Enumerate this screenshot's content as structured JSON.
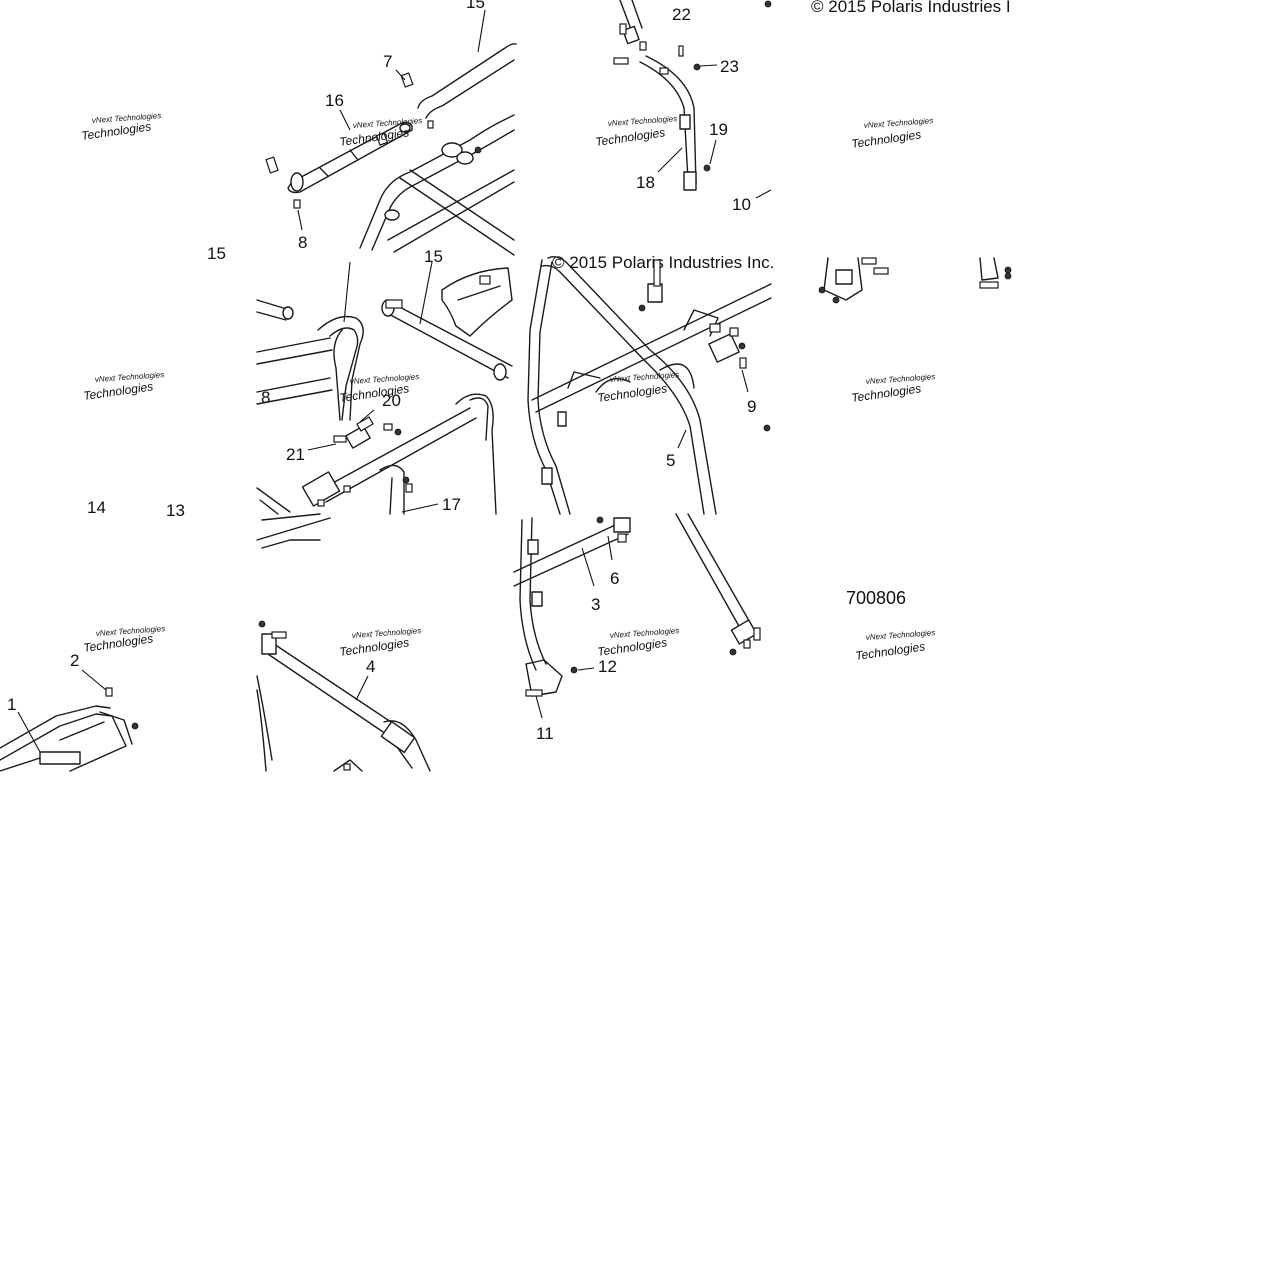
{
  "copyright": {
    "top": "© 2015 Polaris Industries I",
    "middle": "© 2015 Polaris Industries Inc."
  },
  "figure_number": "700806",
  "watermark": {
    "line1": "vNext Technologies",
    "line2": "Technologies"
  },
  "callouts": {
    "c1": "1",
    "c2": "2",
    "c3": "3",
    "c4": "4",
    "c5": "5",
    "c6": "6",
    "c7": "7",
    "c8a": "8",
    "c8b": "8",
    "c9": "9",
    "c10": "10",
    "c11": "11",
    "c12": "12",
    "c13": "13",
    "c14": "14",
    "c15a": "15",
    "c15b": "15",
    "c16": "16",
    "c17": "17",
    "c18": "18",
    "c19": "19",
    "c20": "20",
    "c21": "21",
    "c22": "22",
    "c23": "23"
  }
}
